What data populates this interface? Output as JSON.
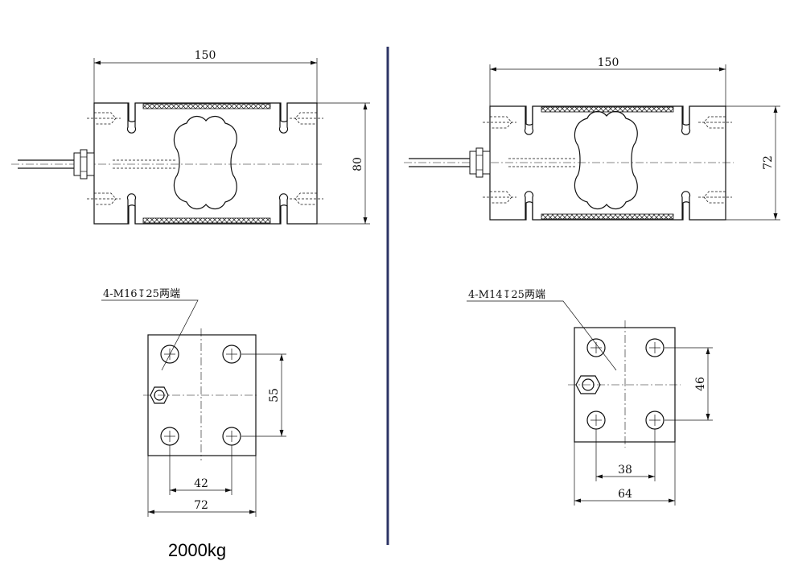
{
  "colors": {
    "divider": "#2e3466",
    "line": "#111111",
    "background": "#ffffff"
  },
  "left": {
    "top_width": "150",
    "top_height": "80",
    "thread_note": "4-M16↧25两端",
    "hole_spacing_v": "55",
    "hole_spacing_h": "42",
    "base_width": "72",
    "capacity": "2000kg"
  },
  "right": {
    "top_width": "150",
    "top_height": "72",
    "thread_note": "4-M14↧25两端",
    "hole_spacing_v": "46",
    "hole_spacing_h": "38",
    "base_width": "64"
  }
}
